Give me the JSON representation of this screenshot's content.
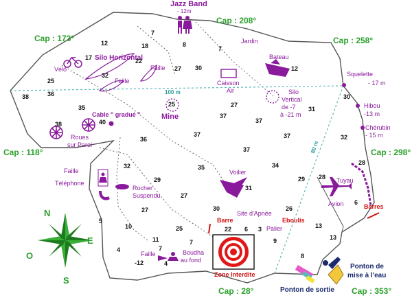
{
  "headings": {
    "jazz": "Jazz Band",
    "jazz_depth": "- 12m"
  },
  "headings_ok": true,
  "caps": {
    "c173": "Cap : 173°",
    "c208": "Cap : 208°",
    "c258": "Cap : 258°",
    "c118": "Cap : 118°",
    "c298": "Cap : 298°",
    "c28": "Cap : 28°",
    "c353": "Cap : 353°"
  },
  "labels": {
    "velo": "Vélo",
    "silo_h": "Silo Horizontal",
    "faille": "Faille",
    "jardin": "Jardin",
    "bateau": "Bateau",
    "caisson": "Caisson",
    "air": "Air",
    "silo_v1": "Silo",
    "silo_v2": "Vertical",
    "silo_v3": "de -7",
    "silo_v4": "à -21 m",
    "cable": "Cable \" gradué \"",
    "mine": "Mine",
    "mine_num": "25",
    "roues1": "Roues",
    "roues2": "sur Paroi",
    "telephone": "Téléphone",
    "rocher1": "Rocher",
    "rocher2": "Suspendu",
    "voilier": "Voilier",
    "site_apnee": "Site d'Apnée",
    "barre": "Barre",
    "eboulis": "Eboulis",
    "palier": "Palier",
    "boudha1": "Boudha",
    "boudha2": "au fond",
    "zone": "Zone Interdite",
    "ponton_sortie": "Ponton de sortie",
    "ponton_mise1": "Ponton de",
    "ponton_mise2": "mise à l'eau",
    "tuyau": "Tuyau",
    "avion": "Avion",
    "barres": "Barres",
    "squelette": "Squelette",
    "squelette_d": "- 17 m",
    "hibou": "Hibou",
    "hibou_d": "-13 m",
    "cherubin": "Chérubin",
    "cherubin_d": "- 15 m",
    "dist100": "100 m",
    "dist80": "80 m",
    "minus12": "-12"
  },
  "compass": {
    "n": "N",
    "e": "E",
    "s": "S",
    "o": "O"
  },
  "depths": [
    {
      "key": "d12a",
      "v": "12"
    },
    {
      "key": "d7a",
      "v": "7"
    },
    {
      "key": "d8a",
      "v": "8"
    },
    {
      "key": "d7b",
      "v": "7"
    },
    {
      "key": "d18",
      "v": "18"
    },
    {
      "key": "d17",
      "v": "17"
    },
    {
      "key": "d32a",
      "v": "32"
    },
    {
      "key": "d22a",
      "v": "22"
    },
    {
      "key": "d27a",
      "v": "27"
    },
    {
      "key": "d30a",
      "v": "30"
    },
    {
      "key": "d12b",
      "v": "12"
    },
    {
      "key": "d25a",
      "v": "25"
    },
    {
      "key": "d36a",
      "v": "36"
    },
    {
      "key": "d38a",
      "v": "38"
    },
    {
      "key": "d35a",
      "v": "35"
    },
    {
      "key": "d27b",
      "v": "27"
    },
    {
      "key": "d37a",
      "v": "37"
    },
    {
      "key": "d31a",
      "v": "31"
    },
    {
      "key": "d30b",
      "v": "30"
    },
    {
      "key": "d38b",
      "v": "38"
    },
    {
      "key": "d40",
      "v": "40"
    },
    {
      "key": "d36b",
      "v": "36"
    },
    {
      "key": "d37b",
      "v": "37"
    },
    {
      "key": "d37c",
      "v": "37"
    },
    {
      "key": "d37d",
      "v": "37"
    },
    {
      "key": "d32b",
      "v": "32"
    },
    {
      "key": "d37e",
      "v": "37"
    },
    {
      "key": "d32c",
      "v": "32"
    },
    {
      "key": "d35b",
      "v": "35"
    },
    {
      "key": "d34",
      "v": "34"
    },
    {
      "key": "d29a",
      "v": "29"
    },
    {
      "key": "d29b",
      "v": "29"
    },
    {
      "key": "d28a",
      "v": "28"
    },
    {
      "key": "d27c",
      "v": "27"
    },
    {
      "key": "d31b",
      "v": "31"
    },
    {
      "key": "d6a",
      "v": "6"
    },
    {
      "key": "d5a",
      "v": "5"
    },
    {
      "key": "d27d",
      "v": "27"
    },
    {
      "key": "d30c",
      "v": "30"
    },
    {
      "key": "d26",
      "v": "26"
    },
    {
      "key": "d10",
      "v": "10"
    },
    {
      "key": "d22b",
      "v": "22"
    },
    {
      "key": "d6b",
      "v": "6"
    },
    {
      "key": "d3",
      "v": "3"
    },
    {
      "key": "d13a",
      "v": "13"
    },
    {
      "key": "d25b",
      "v": "25"
    },
    {
      "key": "d9",
      "v": "9"
    },
    {
      "key": "d4a",
      "v": "4"
    },
    {
      "key": "d7c",
      "v": "7"
    },
    {
      "key": "d11",
      "v": "11"
    },
    {
      "key": "d13b",
      "v": "13"
    },
    {
      "key": "d7d",
      "v": "7"
    },
    {
      "key": "d4b",
      "v": "4"
    },
    {
      "key": "d8b",
      "v": "8"
    },
    {
      "key": "d28b",
      "v": "28"
    }
  ],
  "colors": {
    "shore": "#555555",
    "purple": "#8a1a9c",
    "green": "#2aa02a",
    "red": "#d01010",
    "teal": "#5ab8b8",
    "navy": "#1a2a6c"
  }
}
